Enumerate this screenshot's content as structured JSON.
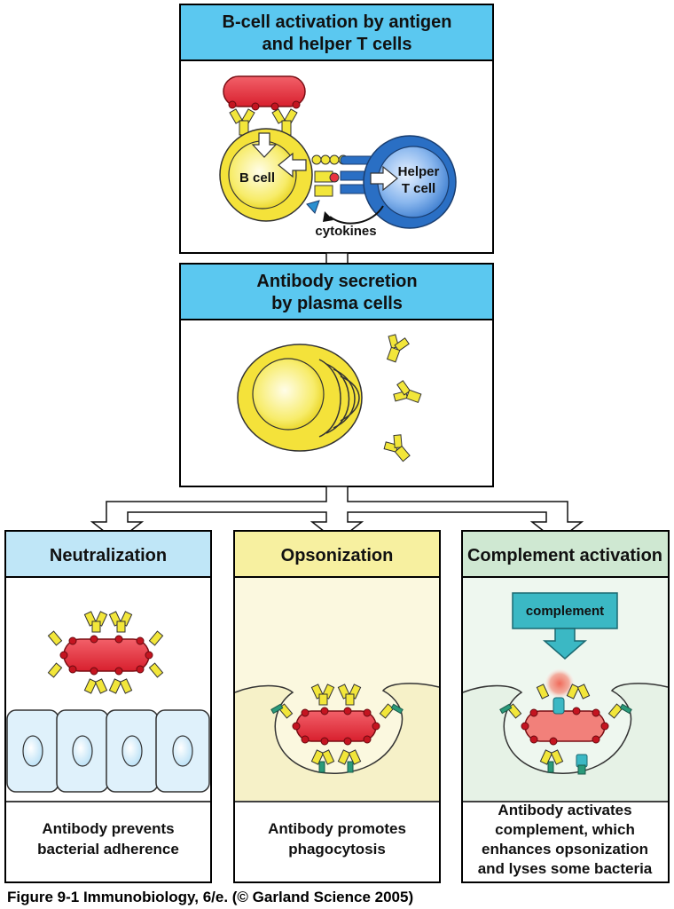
{
  "top_panel": {
    "title_line1": "B-cell activation by antigen",
    "title_line2": "and helper T cells",
    "b_cell_label": "B  cell",
    "t_cell_label_line1": "Helper",
    "t_cell_label_line2": "T cell",
    "cytokines_label": "cytokines",
    "header_color": "#5bc8f0"
  },
  "middle_panel": {
    "title_line1": "Antibody secretion",
    "title_line2": "by plasma cells",
    "header_color": "#5bc8f0"
  },
  "bottom_panels": [
    {
      "title": "Neutralization",
      "caption_lines": [
        "Antibody prevents",
        "bacterial adherence"
      ],
      "header_color": "#bfe6f7",
      "body_color": "#ffffff"
    },
    {
      "title": "Opsonization",
      "caption_lines": [
        "Antibody promotes",
        "phagocytosis"
      ],
      "header_color": "#f7f0a0",
      "body_color": "#fbf8df"
    },
    {
      "title": "Complement activation",
      "caption_lines": [
        "Antibody activates",
        "complement, which",
        "enhances opsonization",
        "and lyses some bacteria"
      ],
      "complement_label": "complement",
      "header_color": "#cfe8d2",
      "body_color": "#eef7ef"
    }
  ],
  "credit": "Figure 9-1  Immunobiology, 6/e. (© Garland Science 2005)",
  "colors": {
    "bacterium": "#e8323e",
    "antibody": "#f2e63a",
    "b_cell": "#f4e23a",
    "t_cell": "#2a6fc4",
    "complement": "#3bb8c4"
  }
}
